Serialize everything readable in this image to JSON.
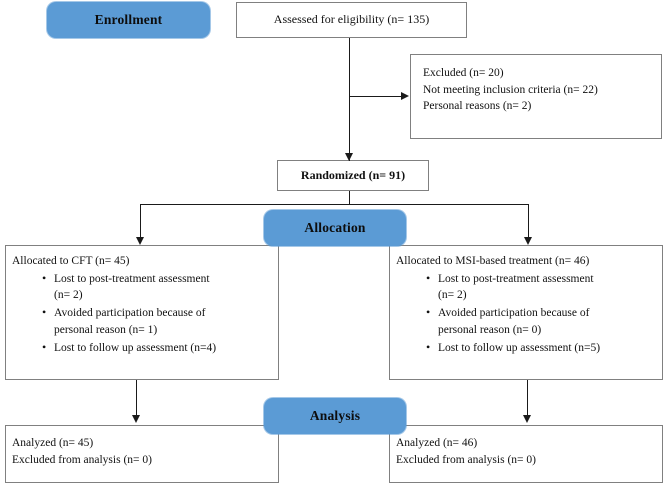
{
  "diagram": {
    "title": "CONSORT participant flow diagram",
    "accent_color": "#5b9bd5",
    "line_color": "#1a1a1a",
    "box_border_color": "#808080"
  },
  "banners": {
    "enrollment": "Enrollment",
    "allocation": "Allocation",
    "analysis": "Analysis"
  },
  "nodes": {
    "assessed": "Assessed for eligibility (n= 135)",
    "excluded": {
      "line1": "Excluded (n= 20)",
      "line2": "Not meeting inclusion criteria (n= 22)",
      "line3": "Personal reasons (n= 2)"
    },
    "randomized": "Randomized (n= 91)",
    "allocation_left": {
      "heading": "Allocated to CFT (n= 45)",
      "bullets": [
        {
          "line1": "Lost to post-treatment assessment",
          "line2": "(n= 2)"
        },
        {
          "line1": "Avoided participation because of",
          "line2": "personal reason (n= 1)"
        },
        {
          "line1": "Lost to follow up assessment (n=4)",
          "line2": ""
        }
      ]
    },
    "allocation_right": {
      "heading": "Allocated to MSI-based treatment (n= 46)",
      "bullets": [
        {
          "line1": "Lost to post-treatment assessment",
          "line2": "(n= 2)"
        },
        {
          "line1": "Avoided participation because of",
          "line2": "personal reason (n= 0)"
        },
        {
          "line1": "Lost to follow up assessment (n=5)",
          "line2": ""
        }
      ]
    },
    "analysis_left": {
      "line1": "Analyzed (n= 45)",
      "line2": "Excluded from analysis (n= 0)"
    },
    "analysis_right": {
      "line1": "Analyzed (n= 46)",
      "line2": "Excluded from analysis (n= 0)"
    }
  },
  "chart_data": {
    "type": "diagram",
    "title": "CONSORT flow diagram",
    "stages": [
      "Enrollment",
      "Allocation",
      "Analysis"
    ],
    "nodes": [
      {
        "id": "assessed",
        "stage": "Enrollment",
        "label": "Assessed for eligibility",
        "n": 135
      },
      {
        "id": "excluded",
        "stage": "Enrollment",
        "label": "Excluded",
        "n": 20,
        "reasons": [
          {
            "label": "Not meeting inclusion criteria",
            "n": 22
          },
          {
            "label": "Personal reasons",
            "n": 2
          }
        ]
      },
      {
        "id": "randomized",
        "stage": "Enrollment",
        "label": "Randomized",
        "n": 91
      },
      {
        "id": "alloc_cft",
        "stage": "Allocation",
        "label": "Allocated to CFT",
        "n": 45,
        "losses": [
          {
            "label": "Lost to post-treatment assessment",
            "n": 2
          },
          {
            "label": "Avoided participation because of personal reason",
            "n": 1
          },
          {
            "label": "Lost to follow up assessment",
            "n": 4
          }
        ]
      },
      {
        "id": "alloc_msi",
        "stage": "Allocation",
        "label": "Allocated to MSI-based treatment",
        "n": 46,
        "losses": [
          {
            "label": "Lost to post-treatment assessment",
            "n": 2
          },
          {
            "label": "Avoided participation because of personal reason",
            "n": 0
          },
          {
            "label": "Lost to follow up assessment",
            "n": 5
          }
        ]
      },
      {
        "id": "analyzed_cft",
        "stage": "Analysis",
        "label": "Analyzed",
        "n": 45,
        "excluded_from_analysis": 0
      },
      {
        "id": "analyzed_msi",
        "stage": "Analysis",
        "label": "Analyzed",
        "n": 46,
        "excluded_from_analysis": 0
      }
    ],
    "edges": [
      {
        "from": "assessed",
        "to": "excluded"
      },
      {
        "from": "assessed",
        "to": "randomized"
      },
      {
        "from": "randomized",
        "to": "alloc_cft"
      },
      {
        "from": "randomized",
        "to": "alloc_msi"
      },
      {
        "from": "alloc_cft",
        "to": "analyzed_cft"
      },
      {
        "from": "alloc_msi",
        "to": "analyzed_msi"
      }
    ]
  }
}
